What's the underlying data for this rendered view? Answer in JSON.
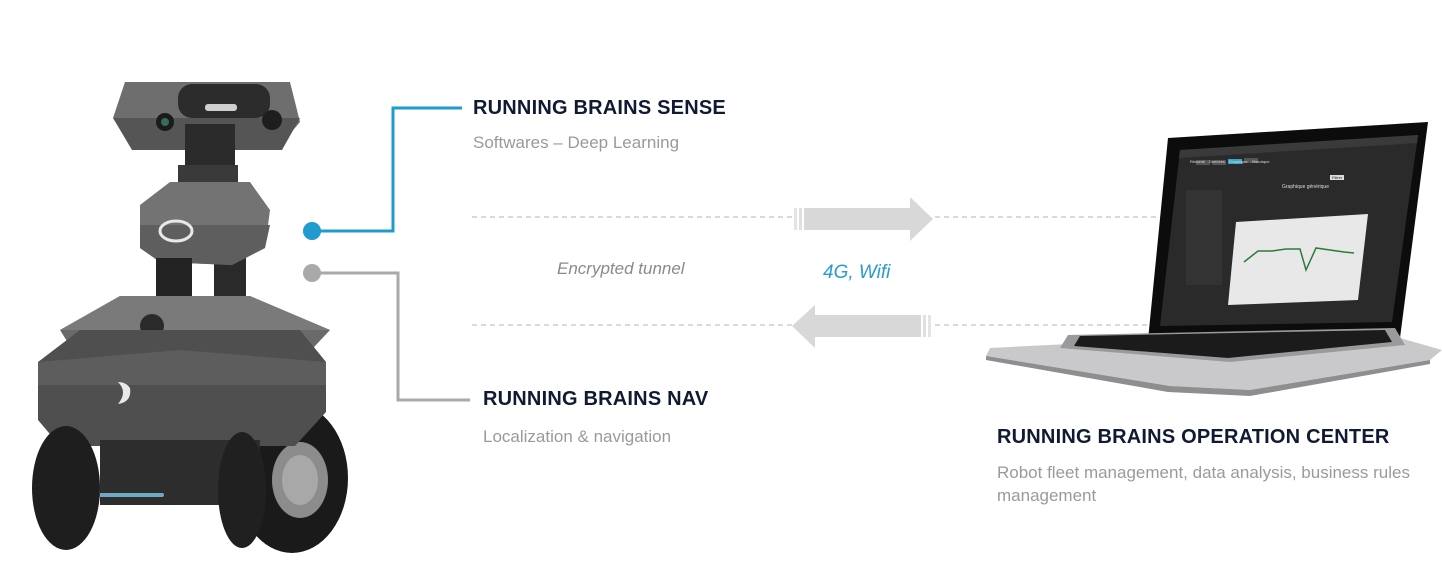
{
  "sense": {
    "title": "RUNNING BRAINS SENSE",
    "subtitle": "Softwares – Deep Learning"
  },
  "nav": {
    "title": "RUNNING BRAINS NAV",
    "subtitle": "Localization & navigation"
  },
  "operation_center": {
    "title": "RUNNING BRAINS OPERATION CENTER",
    "subtitle": "Robot fleet management, data analysis, business rules management"
  },
  "link": {
    "tunnel_label": "Encrypted tunnel",
    "network_label": "4G, Wifi"
  },
  "laptop_screen": {
    "tabs": [
      "Résumé",
      "Données",
      "Graphique",
      "Historique"
    ],
    "chart_title": "Graphique générique",
    "button": "Filtrer"
  },
  "colors": {
    "accent_blue": "#1f9bcf",
    "nav_gray": "#a9a9a9",
    "title_navy": "#111a33",
    "arrow_gray": "#d8d8d8"
  }
}
